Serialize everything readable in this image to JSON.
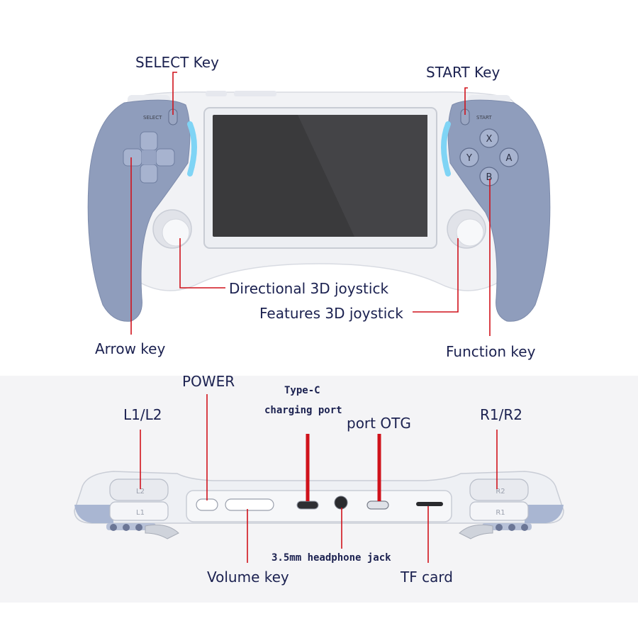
{
  "colors": {
    "label_text": "#1b2150",
    "leader_line": "#d0121b",
    "body_white": "#f1f2f5",
    "grip_blue": "#8f9dbc",
    "screen": "#3a3a3c",
    "glow": "#7fd4f5"
  },
  "labels": {
    "select_key": "SELECT Key",
    "start_key": "START Key",
    "directional_joystick": "Directional 3D joystick",
    "features_joystick": "Features 3D joystick",
    "arrow_key": "Arrow key",
    "function_key": "Function key",
    "power": "POWER",
    "type_c_line1": "Type-C",
    "type_c_line2": "charging port",
    "port_otg": "port OTG",
    "l1_l2": "L1/L2",
    "r1_r2": "R1/R2",
    "headphone_jack": "3.5mm headphone jack",
    "volume_key": "Volume key",
    "tf_card": "TF card"
  },
  "device_markings": {
    "select": "SELECT",
    "start": "START",
    "btn_x": "X",
    "btn_y": "Y",
    "btn_a": "A",
    "btn_b": "B",
    "l2": "L2",
    "l1": "L1",
    "r2": "R2",
    "r1": "R1"
  }
}
